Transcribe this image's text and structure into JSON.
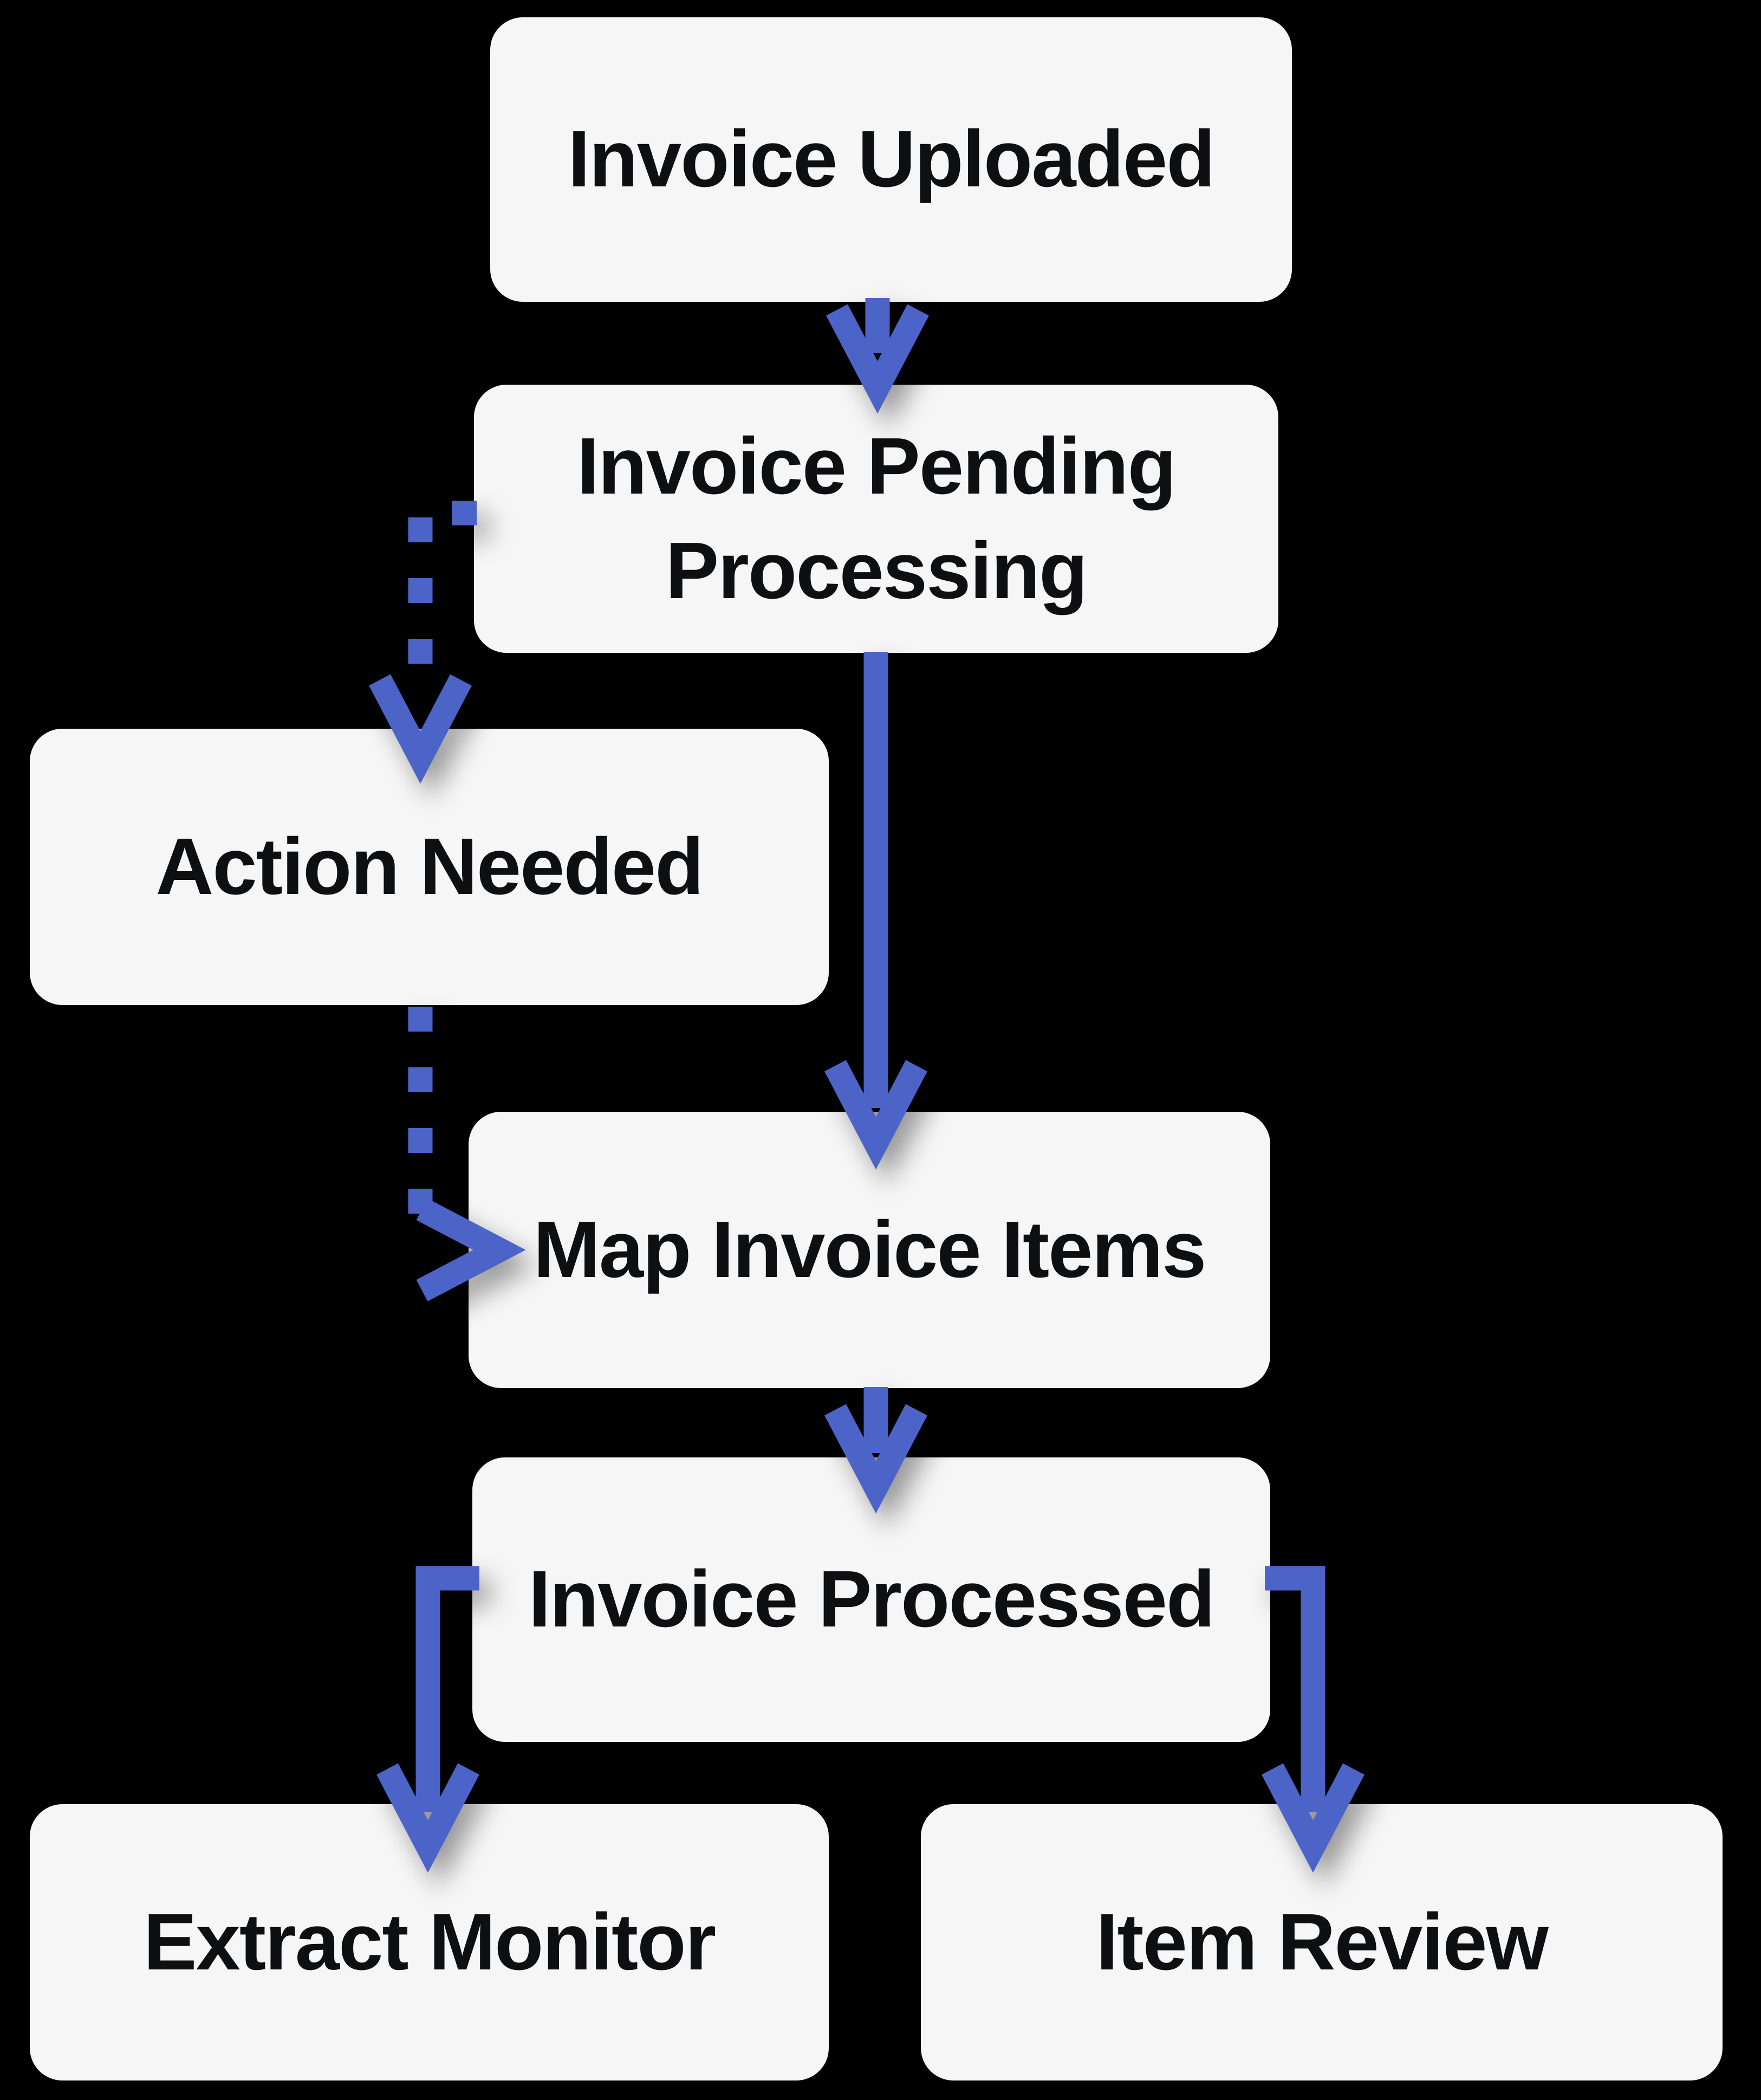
{
  "colors": {
    "background": "#000000",
    "accent": "#4C63C7",
    "node-bg": "#F6F6F7",
    "node-text": "#0E0F11"
  },
  "diagram": {
    "type": "flowchart",
    "direction": "top-down"
  },
  "nodes": [
    {
      "id": "invoice-uploaded",
      "label": "Invoice Uploaded"
    },
    {
      "id": "invoice-pending-processing",
      "label": "Invoice Pending Processing"
    },
    {
      "id": "action-needed",
      "label": "Action Needed"
    },
    {
      "id": "map-invoice-items",
      "label": "Map Invoice Items"
    },
    {
      "id": "invoice-processed",
      "label": "Invoice Processed"
    },
    {
      "id": "extract-monitor",
      "label": "Extract Monitor"
    },
    {
      "id": "item-review",
      "label": "Item Review"
    }
  ],
  "edges": [
    {
      "from": "invoice-uploaded",
      "to": "invoice-pending-processing",
      "style": "solid"
    },
    {
      "from": "invoice-pending-processing",
      "to": "action-needed",
      "style": "dashed"
    },
    {
      "from": "invoice-pending-processing",
      "to": "map-invoice-items",
      "style": "solid"
    },
    {
      "from": "action-needed",
      "to": "map-invoice-items",
      "style": "dashed"
    },
    {
      "from": "map-invoice-items",
      "to": "invoice-processed",
      "style": "solid"
    },
    {
      "from": "invoice-processed",
      "to": "extract-monitor",
      "style": "solid"
    },
    {
      "from": "invoice-processed",
      "to": "item-review",
      "style": "solid"
    }
  ]
}
